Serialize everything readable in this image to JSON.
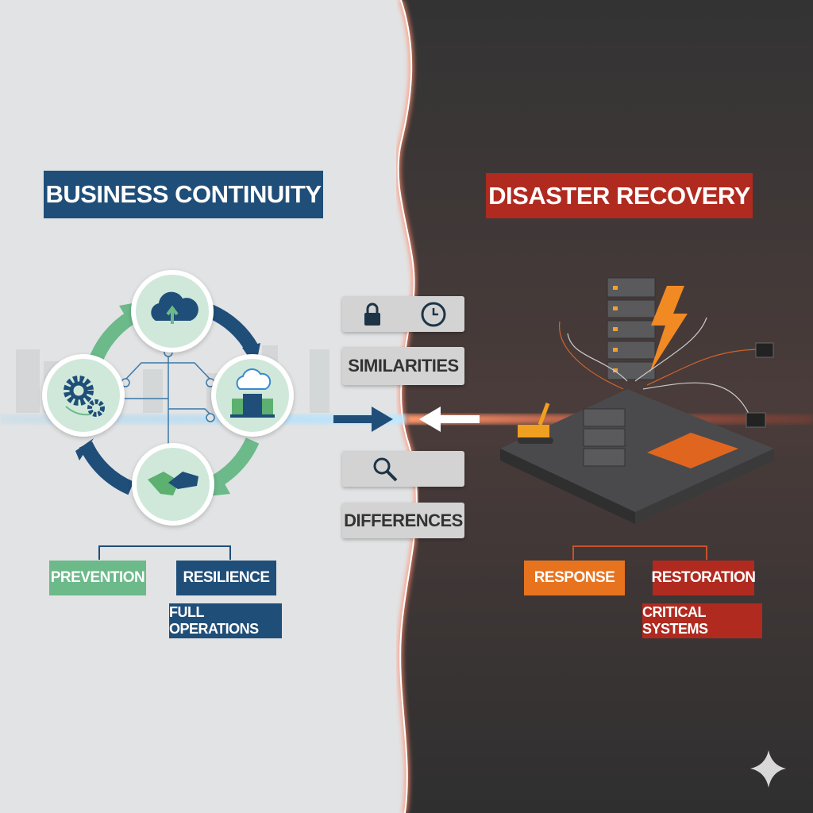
{
  "left": {
    "title": "BUSINESS CONTINUITY",
    "cycle_icons": [
      "cloud-upload-icon",
      "building-cloud-icon",
      "handshake-icon",
      "gears-icon"
    ],
    "tags": {
      "prevention": "PREVENTION",
      "resilience": "RESILIENCE",
      "full_operations": "FULL OPERATIONS"
    }
  },
  "right": {
    "title": "DISASTER RECOVERY",
    "tags": {
      "response": "RESPONSE",
      "restoration": "RESTORATION",
      "critical_systems": "CRITICAL SYSTEMS"
    }
  },
  "center": {
    "similarities": "SIMILARITIES",
    "differences": "DIFFERENCES"
  },
  "colors": {
    "blue": "#1f4e79",
    "green": "#6cb98a",
    "red": "#b02a1f",
    "orange": "#e8731f",
    "dark": "#3a3a3b",
    "light": "#e2e3e4"
  }
}
